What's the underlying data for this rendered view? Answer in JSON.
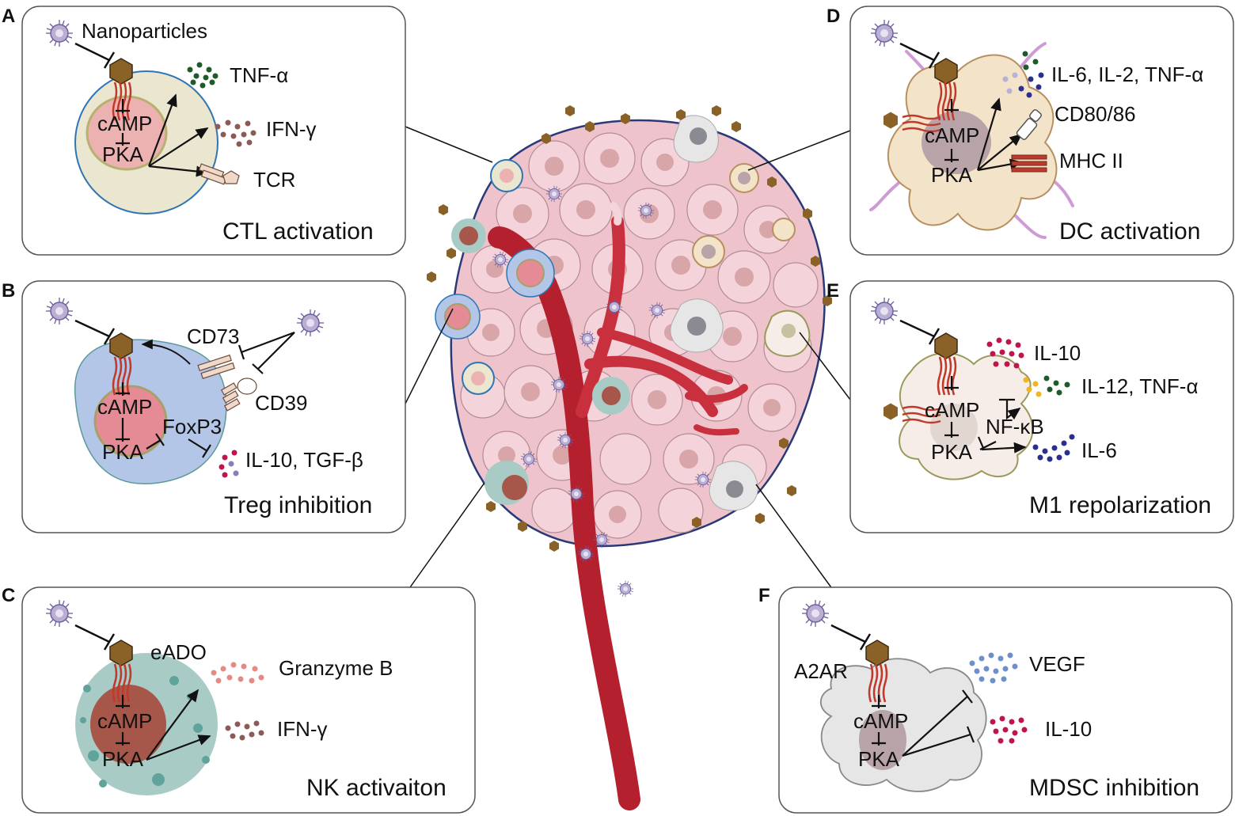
{
  "panels": {
    "A": {
      "letter": "A",
      "caption": "CTL activation",
      "label_nanoparticles": "Nanoparticles",
      "camp": "cAMP",
      "pka": "PKA",
      "out1": "TNF-α",
      "out2": "IFN-γ",
      "out3": "TCR"
    },
    "B": {
      "letter": "B",
      "caption": "Treg inhibition",
      "camp": "cAMP",
      "pka": "PKA",
      "foxp3": "FoxP3",
      "cd73": "CD73",
      "cd39": "CD39",
      "out1": "IL-10, TGF-β"
    },
    "C": {
      "letter": "C",
      "caption": "NK activaiton",
      "camp": "cAMP",
      "pka": "PKA",
      "eado": "eADO",
      "out1": "Granzyme B",
      "out2": "IFN-γ"
    },
    "D": {
      "letter": "D",
      "caption": "DC activation",
      "camp": "cAMP",
      "pka": "PKA",
      "out1": "IL-6, IL-2, TNF-α",
      "out2": "CD80/86",
      "out3": "MHC II"
    },
    "E": {
      "letter": "E",
      "caption": "M1 repolarization",
      "camp": "cAMP",
      "pka": "PKA",
      "nfkb": "NF-κB",
      "out1": "IL-10",
      "out2": "IL-12, TNF-α",
      "out3": "IL-6"
    },
    "F": {
      "letter": "F",
      "caption": "MDSC inhibition",
      "camp": "cAMP",
      "pka": "PKA",
      "a2ar": "A2AR",
      "out1": "VEGF",
      "out2": "IL-10"
    }
  },
  "colors": {
    "panel_border": "#555555",
    "ctl_cell": "#ebe6cf",
    "ctl_nucleus": "#ecb1b1",
    "treg_cell": "#b4c6e7",
    "treg_nucleus": "#e58b96",
    "nk_cell": "#a9cbc6",
    "nk_nucleus": "#a65749",
    "dc_cell": "#f3e3c8",
    "m1_cell": "#f6ece8",
    "mdsc_cell": "#e6e6e6",
    "tumor_cell": "#f2cdd5",
    "vessel": "#b5202f",
    "receptor": "#8b5a2b",
    "ligand": "#8a6228",
    "nanoparticle": "#8c7fb0",
    "tnf_dots": "#1f5a2a",
    "ifn_dots": "#8a5b57",
    "il10_dots": "#c0154a",
    "il6_dots": "#2a2e8f",
    "il12_dots": "#f2b51e",
    "vegf_dots": "#6f8fc9",
    "granzyme_dots": "#e38a84"
  },
  "icons": [
    "nanoparticle-icon",
    "adenosine-receptor-icon",
    "inhibition-arrow-icon",
    "activation-arrow-icon",
    "cytokine-dots-icon",
    "tcr-icon",
    "cd73-icon",
    "cd39-icon",
    "mhc-icon",
    "cd80-icon"
  ]
}
